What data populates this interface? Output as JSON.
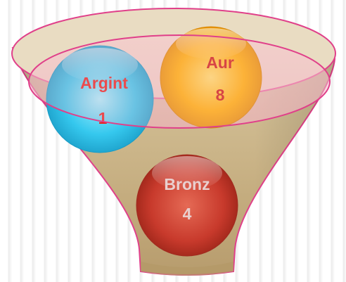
{
  "funnel": {
    "rim_color": "#e0408a",
    "body_color": "#c9b48a",
    "items": [
      {
        "key": "argint",
        "label": "Argint",
        "value": "1",
        "color": "#35c8ee",
        "text_color": "#e8201e"
      },
      {
        "key": "aur",
        "label": "Aur",
        "value": "8",
        "color": "#ffb000",
        "text_color": "#cc1a12"
      },
      {
        "key": "bronz",
        "label": "Bronz",
        "value": "4",
        "color": "#c83a2c",
        "text_color": "#e9d0cf"
      }
    ]
  }
}
